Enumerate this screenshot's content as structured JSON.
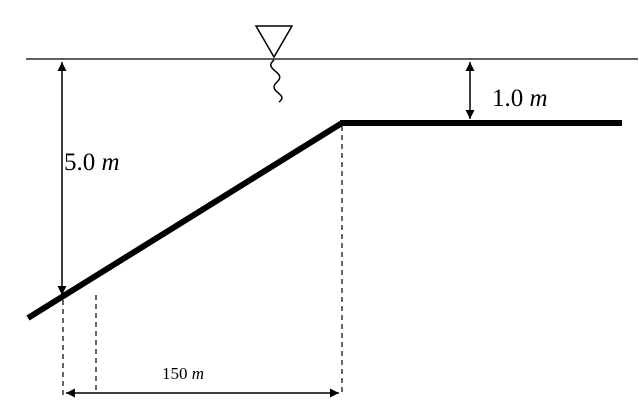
{
  "labels": {
    "depth_left_value": "5.0",
    "depth_left_unit": "m",
    "depth_right_value": "1.0",
    "depth_right_unit": "m",
    "length_value": "150",
    "length_unit": "m"
  },
  "icons": {
    "water_surface_symbol": "inverted-triangle-icon",
    "wave": "squiggle-icon"
  },
  "colors": {
    "ink": "#000000",
    "background": "#ffffff"
  }
}
